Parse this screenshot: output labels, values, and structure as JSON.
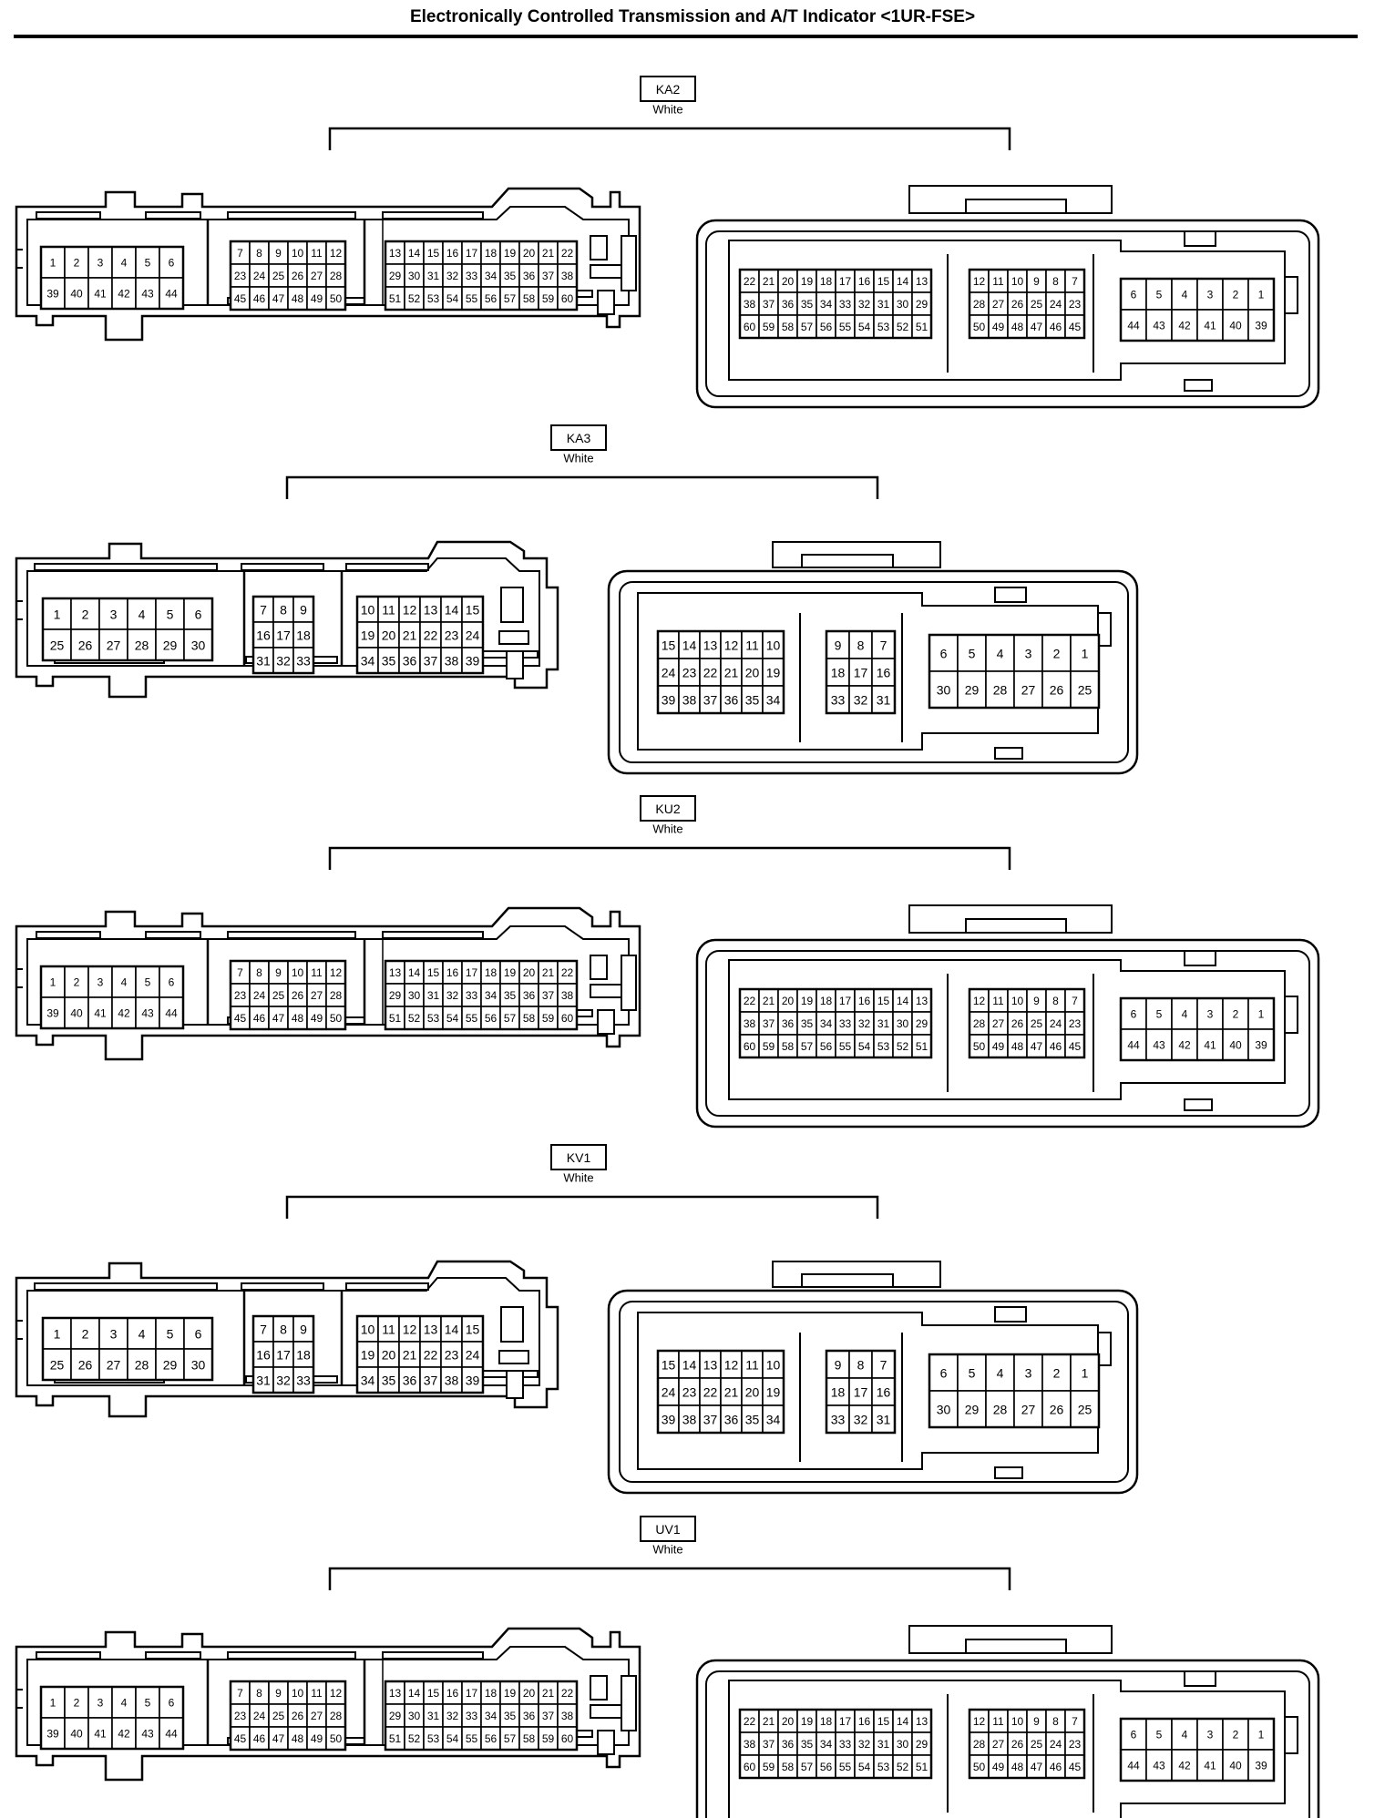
{
  "title": "Electronically Controlled Transmission and A/T Indicator <1UR-FSE>",
  "color_label": "White",
  "connectors": [
    {
      "id": "KA2",
      "type": "large"
    },
    {
      "id": "KA3",
      "type": "small"
    },
    {
      "id": "KU2",
      "type": "large"
    },
    {
      "id": "KV1",
      "type": "small"
    },
    {
      "id": "UV1",
      "type": "large"
    }
  ],
  "pin_layouts": {
    "large": {
      "left_view": [
        [
          [
            "1",
            "2",
            "3",
            "4",
            "5",
            "6"
          ],
          [
            "39",
            "40",
            "41",
            "42",
            "43",
            "44"
          ]
        ],
        [
          [
            "7",
            "8",
            "9",
            "10",
            "11",
            "12"
          ],
          [
            "23",
            "24",
            "25",
            "26",
            "27",
            "28"
          ],
          [
            "45",
            "46",
            "47",
            "48",
            "49",
            "50"
          ]
        ],
        [
          [
            "13",
            "14",
            "15",
            "16",
            "17",
            "18",
            "19",
            "20",
            "21",
            "22"
          ],
          [
            "29",
            "30",
            "31",
            "32",
            "33",
            "34",
            "35",
            "36",
            "37",
            "38"
          ],
          [
            "51",
            "52",
            "53",
            "54",
            "55",
            "56",
            "57",
            "58",
            "59",
            "60"
          ]
        ]
      ],
      "right_view": [
        [
          [
            "22",
            "21",
            "20",
            "19",
            "18",
            "17",
            "16",
            "15",
            "14",
            "13"
          ],
          [
            "38",
            "37",
            "36",
            "35",
            "34",
            "33",
            "32",
            "31",
            "30",
            "29"
          ],
          [
            "60",
            "59",
            "58",
            "57",
            "56",
            "55",
            "54",
            "53",
            "52",
            "51"
          ]
        ],
        [
          [
            "12",
            "11",
            "10",
            "9",
            "8",
            "7"
          ],
          [
            "28",
            "27",
            "26",
            "25",
            "24",
            "23"
          ],
          [
            "50",
            "49",
            "48",
            "47",
            "46",
            "45"
          ]
        ],
        [
          [
            "6",
            "5",
            "4",
            "3",
            "2",
            "1"
          ],
          [
            "44",
            "43",
            "42",
            "41",
            "40",
            "39"
          ]
        ]
      ]
    },
    "small": {
      "left_view": [
        [
          [
            "1",
            "2",
            "3",
            "4",
            "5",
            "6"
          ],
          [
            "25",
            "26",
            "27",
            "28",
            "29",
            "30"
          ]
        ],
        [
          [
            "7",
            "8",
            "9"
          ],
          [
            "16",
            "17",
            "18"
          ],
          [
            "31",
            "32",
            "33"
          ]
        ],
        [
          [
            "10",
            "11",
            "12",
            "13",
            "14",
            "15"
          ],
          [
            "19",
            "20",
            "21",
            "22",
            "23",
            "24"
          ],
          [
            "34",
            "35",
            "36",
            "37",
            "38",
            "39"
          ]
        ]
      ],
      "right_view": [
        [
          [
            "15",
            "14",
            "13",
            "12",
            "11",
            "10"
          ],
          [
            "24",
            "23",
            "22",
            "21",
            "20",
            "19"
          ],
          [
            "39",
            "38",
            "37",
            "36",
            "35",
            "34"
          ]
        ],
        [
          [
            "9",
            "8",
            "7"
          ],
          [
            "18",
            "17",
            "16"
          ],
          [
            "33",
            "32",
            "31"
          ]
        ],
        [
          [
            "6",
            "5",
            "4",
            "3",
            "2",
            "1"
          ],
          [
            "30",
            "29",
            "28",
            "27",
            "26",
            "25"
          ]
        ]
      ]
    }
  }
}
